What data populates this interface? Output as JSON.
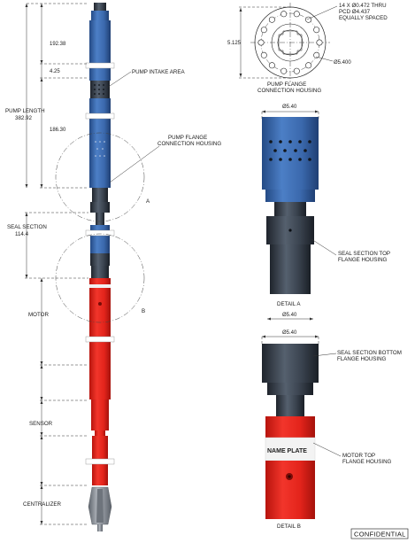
{
  "labels": {
    "pump_intake_area": "PUMP INTAKE AREA",
    "pump_flange_1": "PUMP FLANGE",
    "pump_flange_2": "CONNECTION HOUSING",
    "pump_length": "PUMP LENGTH",
    "pump_length_value": "382.92",
    "seal_section": "SEAL SECTION",
    "seal_section_value": "114.4",
    "motor": "MOTOR",
    "sensor": "SENSOR",
    "centralizer": "CENTRALIZER",
    "detail_marker_a": "A",
    "detail_marker_b": "B",
    "flange_holes": "14 X Ø0.472 THRU",
    "flange_pcd": "PCD Ø4.437",
    "flange_spacing": "EQUALLY SPACED",
    "flange_height": "5.125",
    "flange_od": "Ø5.400",
    "flange_caption_1": "PUMP FLANGE",
    "flange_caption_2": "CONNECTION HOUSING",
    "detail_a_dia": "Ø5.40",
    "seal_top_1": "SEAL SECTION TOP",
    "seal_top_2": "FLANGE HOUSING",
    "detail_a_caption": "DETAIL A",
    "detail_b_dia_top": "Ø5.40",
    "detail_b_dia": "Ø5.40",
    "seal_bottom_1": "SEAL SECTION BOTTOM",
    "seal_bottom_2": "FLANGE HOUSING",
    "name_plate": "NAME PLATE",
    "motor_top_1": "MOTOR TOP",
    "motor_top_2": "FLANGE HOUSING",
    "detail_b_caption": "DETAIL B",
    "confidential": "CONFIDENTIAL"
  },
  "dimensions": {
    "d1": "192.38",
    "d2": "4.25",
    "d3": "186.30"
  },
  "colors": {
    "blue": "#3a6bb0",
    "blue_dark": "#2a5390",
    "red": "#e8251c",
    "red_dark": "#c41a12",
    "steel": "#3e4652",
    "steel_dark": "#262c35",
    "gray": "#8a8f96"
  }
}
